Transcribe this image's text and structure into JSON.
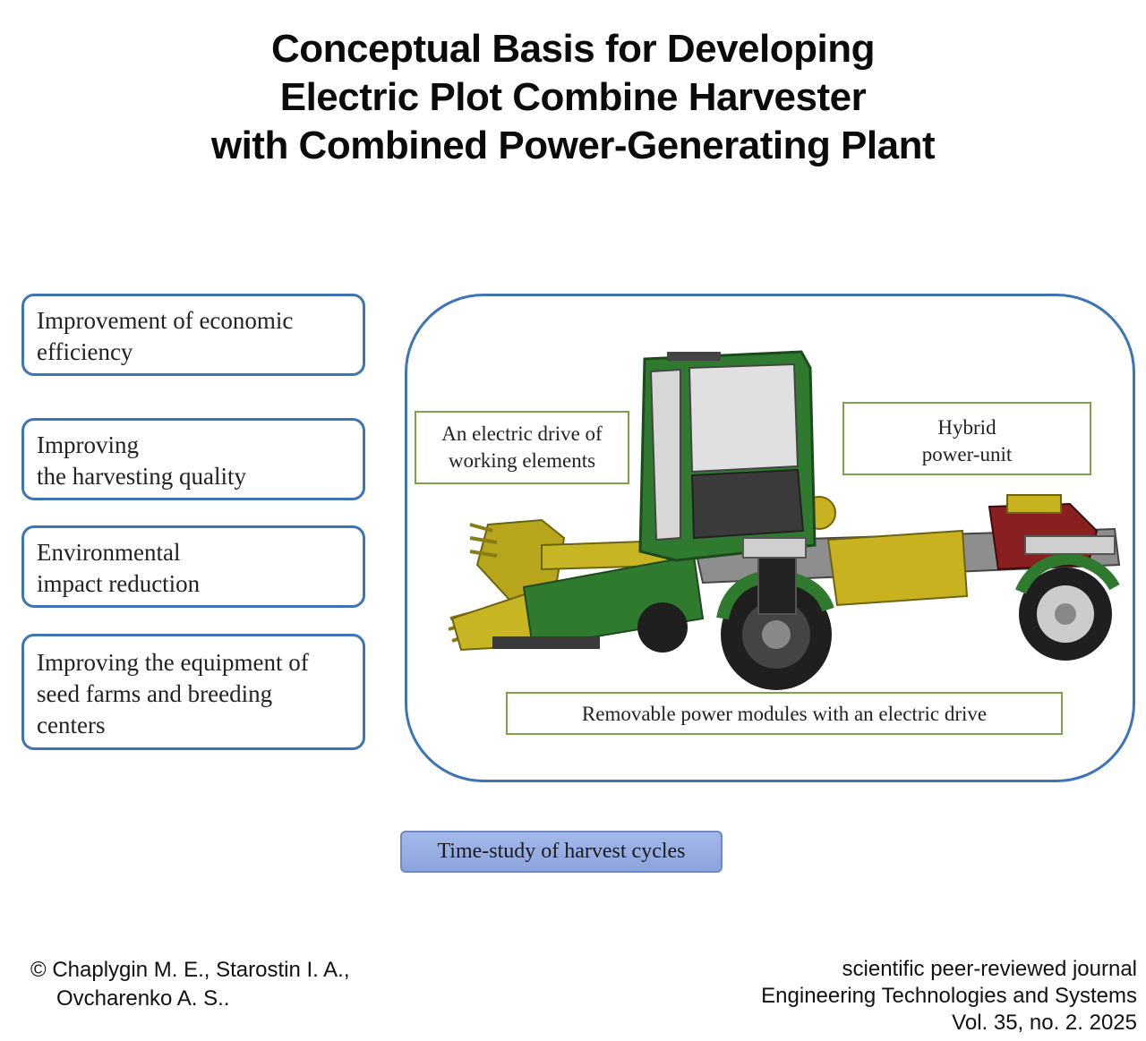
{
  "title": {
    "lines": [
      "Conceptual Basis for Developing",
      "Electric Plot Combine Harvester",
      "with Combined Power-Generating Plant"
    ]
  },
  "goals": [
    {
      "lines": [
        "Improvement of economic",
        "efficiency"
      ]
    },
    {
      "lines": [
        "Improving",
        "the harvesting quality"
      ]
    },
    {
      "lines": [
        "Environmental",
        "impact reduction"
      ]
    },
    {
      "lines": [
        "Improving the equipment of",
        "seed farms and breeding",
        "centers"
      ]
    }
  ],
  "callouts": {
    "drive": [
      "An electric drive of",
      "working elements"
    ],
    "hybrid": [
      "Hybrid",
      "power-unit"
    ],
    "modules": "Removable power modules with an electric drive"
  },
  "study_button": "Time-study of harvest cycles",
  "footer": {
    "authors": [
      "© Chaplygin M. E., Starostin I. A.,",
      "Ovcharenko A. S.."
    ],
    "journal": [
      "scientific peer-reviewed journal",
      "Engineering Technologies and Systems",
      "Vol. 35, no. 2. 2025"
    ]
  },
  "colors": {
    "accent_border": "#3d74b4",
    "callout_border": "#7aa34a",
    "cab_green": "#2f7a2f",
    "module_yellow": "#c9b21f",
    "button_fill": "#9bb0e6"
  }
}
